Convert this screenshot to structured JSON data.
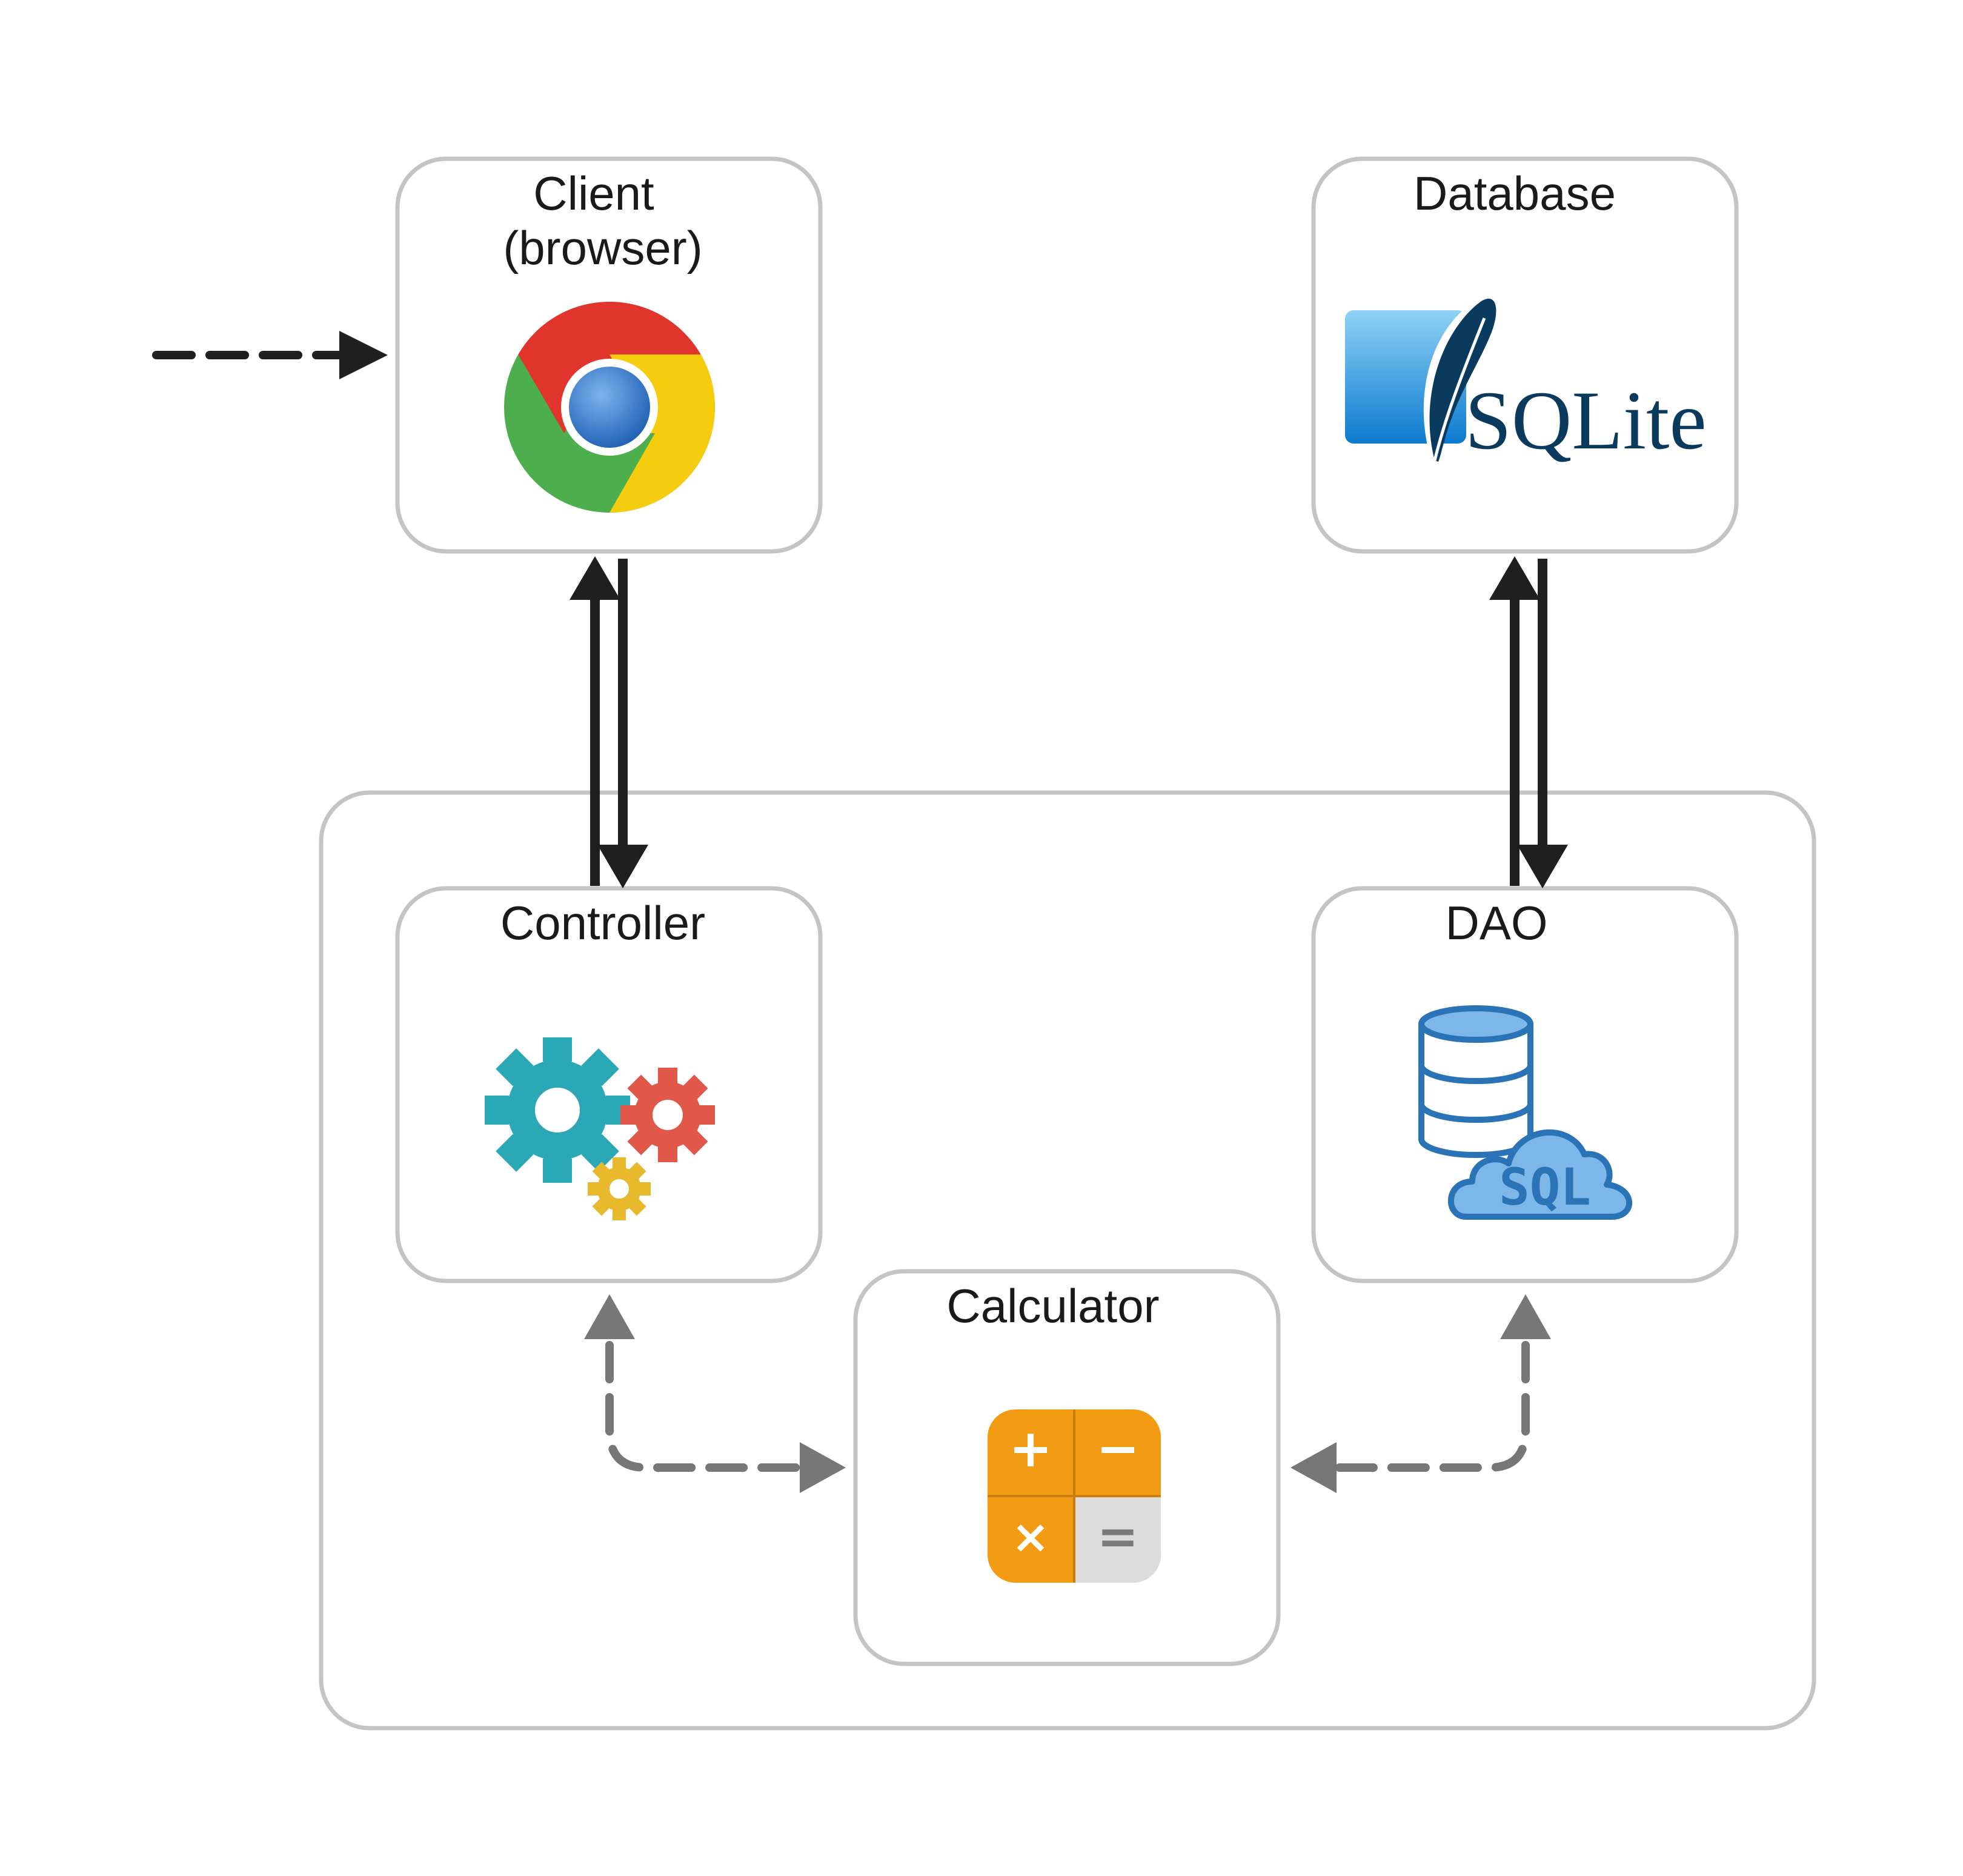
{
  "nodes": {
    "client": {
      "title_line1": "Client",
      "title_line2": "(browser)"
    },
    "database": {
      "title": "Database",
      "logo_text": "SQLite"
    },
    "controller": {
      "title": "Controller"
    },
    "dao": {
      "title": "DAO",
      "cloud_text": "SQL"
    },
    "calculator": {
      "title": "Calculator",
      "keys": [
        "+",
        "−",
        "×",
        "="
      ]
    }
  },
  "icons": {
    "client": "chrome-browser-icon",
    "database": "sqlite-logo",
    "controller": "gears-icon",
    "dao": "database-cloud-sql-icon",
    "calculator": "calculator-icon"
  },
  "colors": {
    "box_border": "#c4c4c4",
    "solid_arrow": "#1f1f1f",
    "dashed_gray_arrow": "#777777",
    "calc_orange": "#f39b12",
    "gear_teal": "#2ba8b6",
    "gear_red": "#e1574a",
    "gear_yellow": "#e8b82d"
  }
}
